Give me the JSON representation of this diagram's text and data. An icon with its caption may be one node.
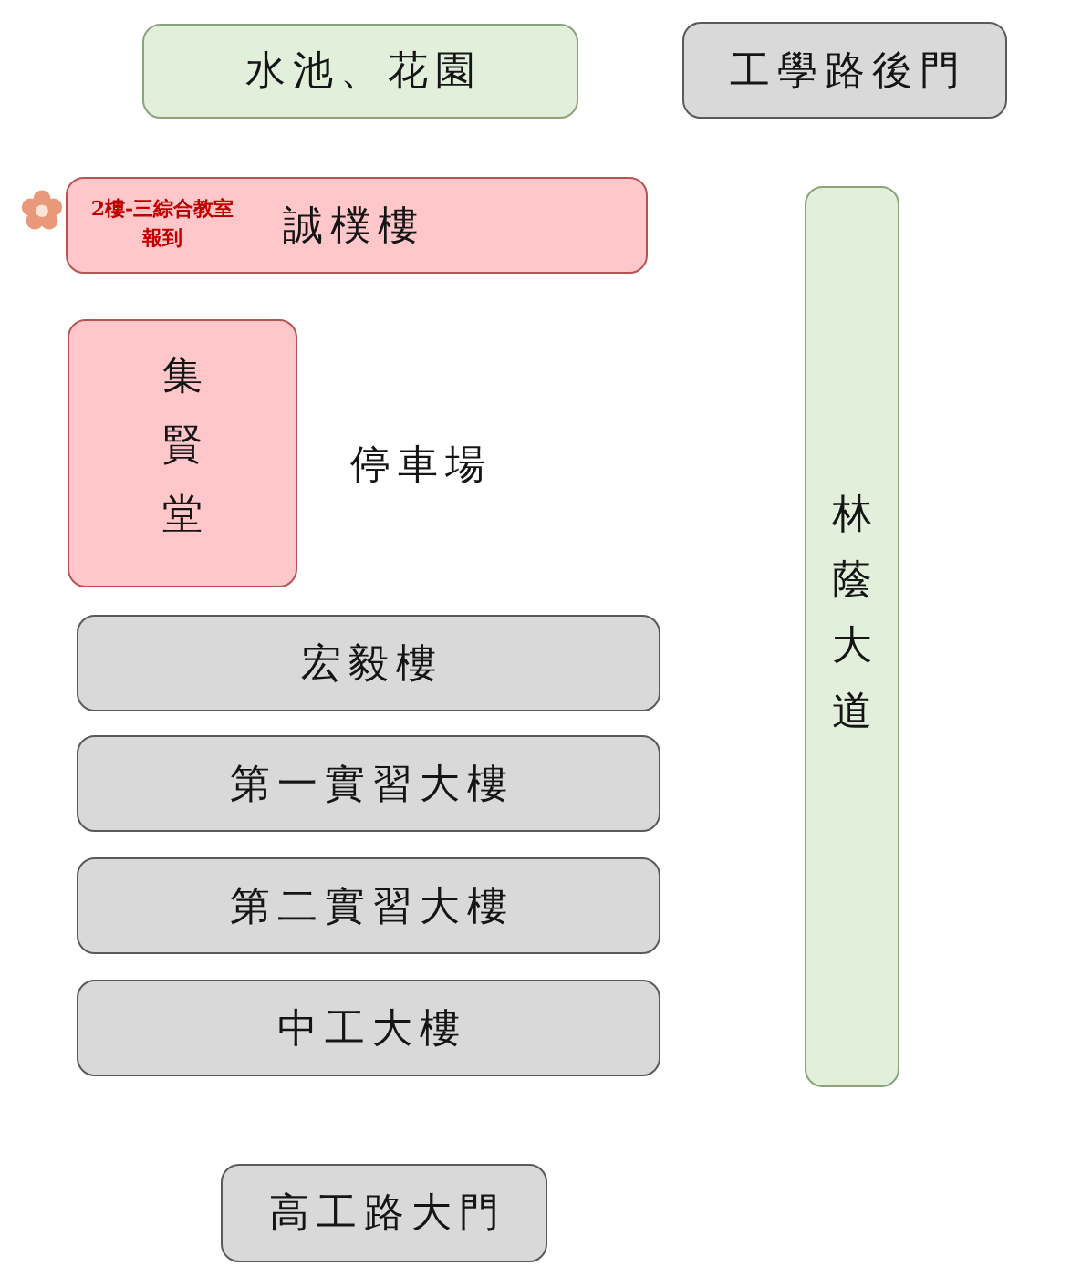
{
  "diagram": {
    "nodes": [
      {
        "text": [
          "水池、花園"
        ]
      },
      {
        "text": [
          "工學路後門"
        ]
      },
      {
        "text": [
          "2樓-三綜合教室報到",
          "誠樸樓"
        ]
      },
      {
        "text": [
          "林蔭大道"
        ]
      },
      {
        "text": [
          "集賢堂"
        ]
      },
      {
        "text": [
          "宏毅樓"
        ]
      },
      {
        "text": [
          "第一實習大樓"
        ]
      },
      {
        "text": [
          "第二實習大樓"
        ]
      },
      {
        "text": [
          "中工大樓"
        ]
      },
      {
        "text": [
          "高工路大門"
        ]
      }
    ],
    "labels": [
      "停車場"
    ]
  }
}
